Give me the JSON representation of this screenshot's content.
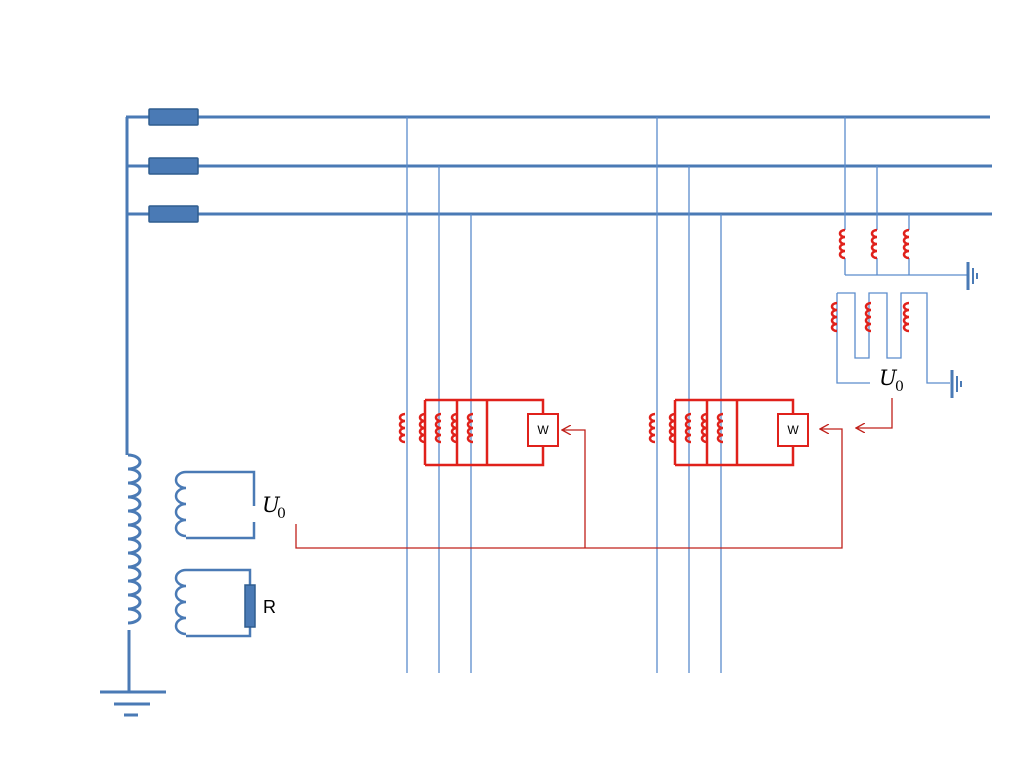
{
  "labels": {
    "u0_left": "U",
    "u0_left_sub": "0",
    "u0_right": "U",
    "u0_right_sub": "0",
    "resistor": "R",
    "wattmeter_1": "W",
    "wattmeter_2": "W"
  },
  "colors": {
    "bus": "#4a7ab5",
    "bus_dark": "#2f5d8f",
    "feeder": "#5b8ccc",
    "coil": "#e0211b",
    "signal": "#c0201a"
  }
}
